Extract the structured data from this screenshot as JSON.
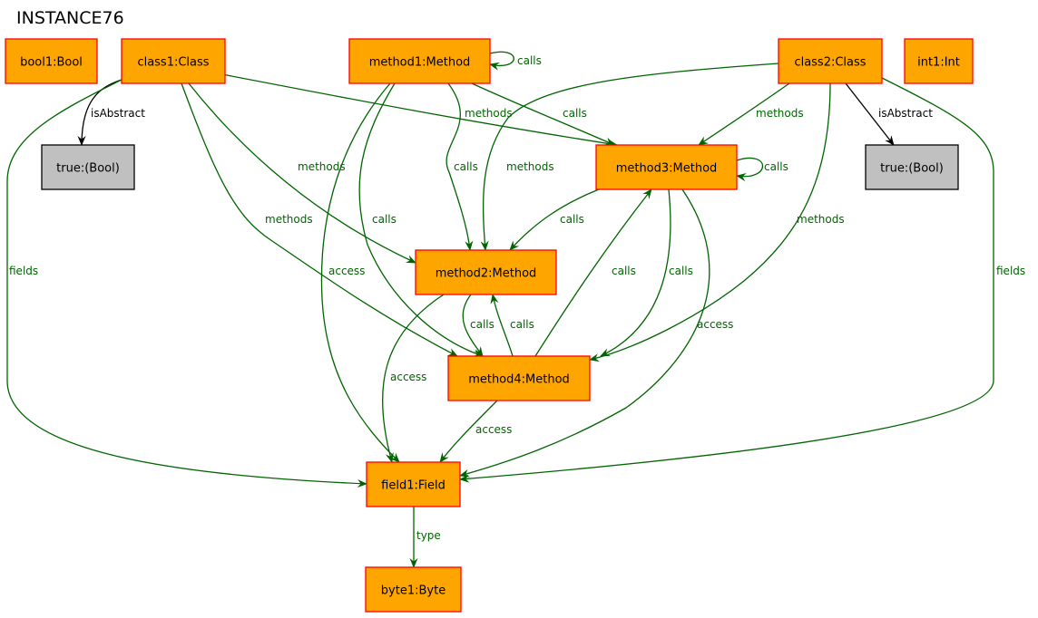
{
  "title": "INSTANCE76",
  "colors": {
    "node_fill": "#ffa500",
    "node_stroke": "#ff0000",
    "value_fill": "#c0c0c0",
    "value_stroke": "#000000",
    "edge_green": "#006400",
    "edge_black": "#000000"
  },
  "nodes": [
    {
      "id": "bool1",
      "label": "bool1:Bool",
      "kind": "object"
    },
    {
      "id": "class1",
      "label": "class1:Class",
      "kind": "object"
    },
    {
      "id": "method1",
      "label": "method1:Method",
      "kind": "object"
    },
    {
      "id": "class2",
      "label": "class2:Class",
      "kind": "object"
    },
    {
      "id": "int1",
      "label": "int1:Int",
      "kind": "object"
    },
    {
      "id": "true1",
      "label": "true:(Bool)",
      "kind": "value"
    },
    {
      "id": "method3",
      "label": "method3:Method",
      "kind": "object"
    },
    {
      "id": "true2",
      "label": "true:(Bool)",
      "kind": "value"
    },
    {
      "id": "method2",
      "label": "method2:Method",
      "kind": "object"
    },
    {
      "id": "method4",
      "label": "method4:Method",
      "kind": "object"
    },
    {
      "id": "field1",
      "label": "field1:Field",
      "kind": "object"
    },
    {
      "id": "byte1",
      "label": "byte1:Byte",
      "kind": "object"
    }
  ],
  "edges": [
    {
      "id": "e1",
      "from": "class1",
      "to": "true1",
      "label": "isAbstract",
      "color": "black"
    },
    {
      "id": "e2",
      "from": "class1",
      "to": "field1",
      "label": "fields",
      "color": "green"
    },
    {
      "id": "e3",
      "from": "class1",
      "to": "method2",
      "label": "methods",
      "color": "green"
    },
    {
      "id": "e4",
      "from": "class1",
      "to": "method4",
      "label": "methods",
      "color": "green"
    },
    {
      "id": "e5",
      "from": "class1",
      "to": "method3",
      "label": "methods",
      "color": "green"
    },
    {
      "id": "e6",
      "from": "method1",
      "to": "method1",
      "label": "calls",
      "color": "green"
    },
    {
      "id": "e7",
      "from": "method1",
      "to": "method2",
      "label": "calls",
      "color": "green"
    },
    {
      "id": "e8",
      "from": "method1",
      "to": "method3",
      "label": "calls",
      "color": "green"
    },
    {
      "id": "e9",
      "from": "method1",
      "to": "method4",
      "label": "calls",
      "color": "green"
    },
    {
      "id": "e10",
      "from": "method1",
      "to": "field1",
      "label": "access",
      "color": "green"
    },
    {
      "id": "e11",
      "from": "class2",
      "to": "true2",
      "label": "isAbstract",
      "color": "black"
    },
    {
      "id": "e12",
      "from": "class2",
      "to": "method3",
      "label": "methods",
      "color": "green"
    },
    {
      "id": "e13",
      "from": "class2",
      "to": "method2",
      "label": "methods",
      "color": "green"
    },
    {
      "id": "e14",
      "from": "class2",
      "to": "method4",
      "label": "methods",
      "color": "green"
    },
    {
      "id": "e15",
      "from": "class2",
      "to": "field1",
      "label": "fields",
      "color": "green"
    },
    {
      "id": "e16",
      "from": "method3",
      "to": "method3",
      "label": "calls",
      "color": "green"
    },
    {
      "id": "e17",
      "from": "method3",
      "to": "method2",
      "label": "calls",
      "color": "green"
    },
    {
      "id": "e18",
      "from": "method3",
      "to": "method4",
      "label": "calls",
      "color": "green"
    },
    {
      "id": "e19",
      "from": "method3",
      "to": "field1",
      "label": "access",
      "color": "green"
    },
    {
      "id": "e20",
      "from": "method4",
      "to": "method3",
      "label": "calls",
      "color": "green"
    },
    {
      "id": "e21",
      "from": "method2",
      "to": "method4",
      "label": "calls",
      "color": "green"
    },
    {
      "id": "e22",
      "from": "method4",
      "to": "method2",
      "label": "calls",
      "color": "green"
    },
    {
      "id": "e23",
      "from": "method2",
      "to": "field1",
      "label": "access",
      "color": "green"
    },
    {
      "id": "e24",
      "from": "method4",
      "to": "field1",
      "label": "access",
      "color": "green"
    },
    {
      "id": "e25",
      "from": "field1",
      "to": "byte1",
      "label": "type",
      "color": "green"
    }
  ]
}
